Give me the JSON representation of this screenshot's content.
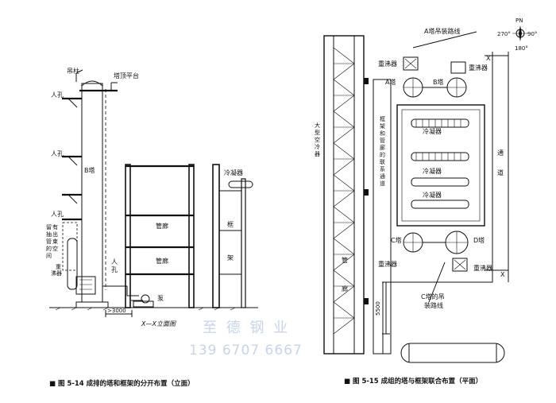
{
  "left_figure": {
    "labels": {
      "hanger": "吊柱",
      "top_platform": "塔顶平台",
      "manhole_1": "人孔",
      "manhole_2": "人孔",
      "manhole_3": "人孔",
      "manhole_bottom_a": "人",
      "manhole_bottom_b": "孔",
      "tower": "B塔",
      "bundle_space": [
        "留",
        "有",
        "抽",
        "出",
        "管",
        "束",
        "的",
        "空",
        "间"
      ],
      "reboiler": [
        "重",
        "沸",
        "器"
      ],
      "pipe_rack_1": "管廊",
      "pipe_rack_2": "管廊",
      "condenser": "冷凝器",
      "frame": [
        "框",
        "架"
      ],
      "pump": "泵",
      "dimension": ">3000",
      "view_title": "X—X立面图"
    },
    "caption": "■ 图 5-14   成排的塔和框架的分开布置（立面）"
  },
  "right_figure": {
    "labels": {
      "compass_north": "PN",
      "compass_270": "270°",
      "compass_90": "90°",
      "compass_180": "180°",
      "a_hoist_line": "A塔吊装路线",
      "section_x_top": "X",
      "section_x_bottom": "X",
      "reboiler_tl": "重沸器",
      "reboiler_tr": "重沸器",
      "tower_a": "A塔",
      "tower_b": "B塔",
      "air_cooler": [
        "大",
        "型",
        "空",
        "冷",
        "器"
      ],
      "frame_link": [
        "框",
        "架",
        "和",
        "管",
        "廊",
        "的",
        "联",
        "系",
        "通",
        "道"
      ],
      "condenser_1": "冷凝器",
      "condenser_2": "冷凝器",
      "condenser_3": "冷凝器",
      "passage": [
        "通",
        "道"
      ],
      "tower_c": "C塔",
      "tower_d": "D塔",
      "reboiler_bl": "重沸器",
      "reboiler_br": "重沸器",
      "pipe_rack": [
        "管",
        "廊"
      ],
      "c_hoist_line": [
        "C塔的吊",
        "装路线"
      ],
      "dimension": "5500"
    },
    "caption": "■ 图 5-15   成组的塔与框架联合布置（平面）"
  },
  "watermark": {
    "line1": "至 德 钢 业",
    "line2": "139 6707 6667"
  }
}
